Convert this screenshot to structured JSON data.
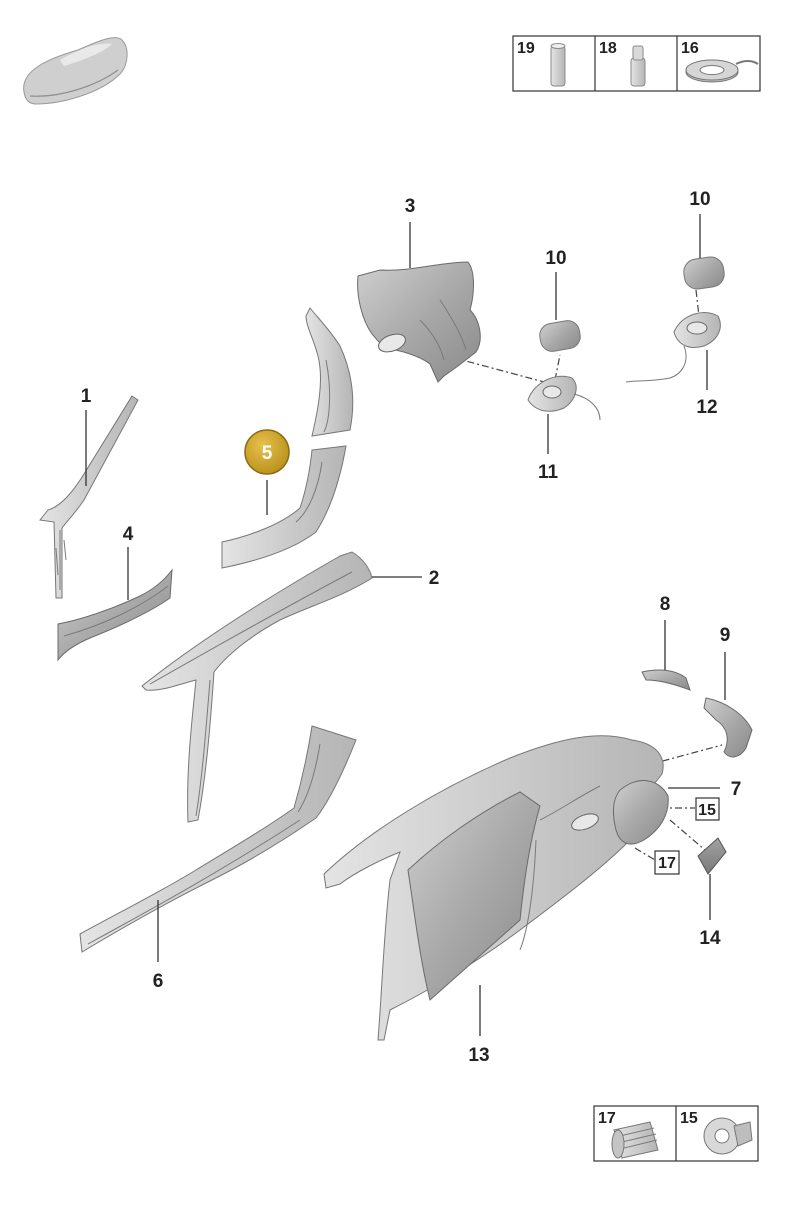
{
  "colors": {
    "highlight_fill": "#c9a227",
    "highlight_stroke": "#8c6d10",
    "part_light": "#d8d8d8",
    "part_dark": "#8f8f8f",
    "line": "#333333"
  },
  "callouts": {
    "c1": "1",
    "c2": "2",
    "c3": "3",
    "c4": "4",
    "c5": "5",
    "c6": "6",
    "c7": "7",
    "c8": "8",
    "c9": "9",
    "c10a": "10",
    "c10b": "10",
    "c11": "11",
    "c12": "12",
    "c13": "13",
    "c14": "14"
  },
  "boxed_refs": {
    "r15": "15",
    "r17": "17"
  },
  "legend_top": {
    "items": [
      {
        "label": "19"
      },
      {
        "label": "18"
      },
      {
        "label": "16"
      }
    ]
  },
  "legend_bottom": {
    "items": [
      {
        "label": "17"
      },
      {
        "label": "15"
      }
    ]
  }
}
